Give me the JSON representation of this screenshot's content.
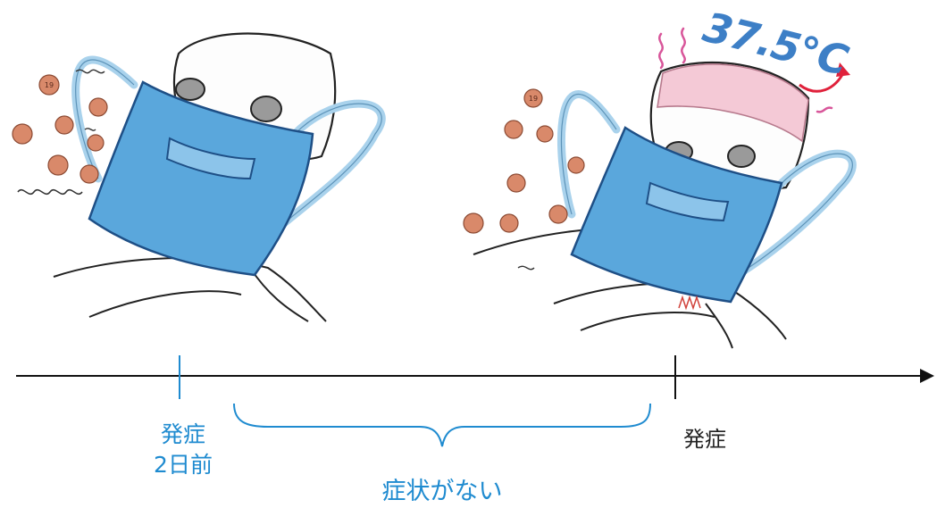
{
  "labels": {
    "before_onset_line1": "発症",
    "before_onset_line2": "2日前",
    "onset": "発症",
    "no_symptoms": "症状がない",
    "temperature": "37.5℃"
  },
  "virus_label": "19",
  "colors": {
    "mask": "#5aa7dc",
    "mask_edge": "#1e4f86",
    "strap": "#a9d2ec",
    "timeline": "#111111",
    "accent_blue": "#1f8bd0",
    "virus": "#d9896a",
    "fever_cap": "#f4c9d6",
    "fever_arrow": "#e0213b",
    "heat_wave": "#d8569a"
  }
}
